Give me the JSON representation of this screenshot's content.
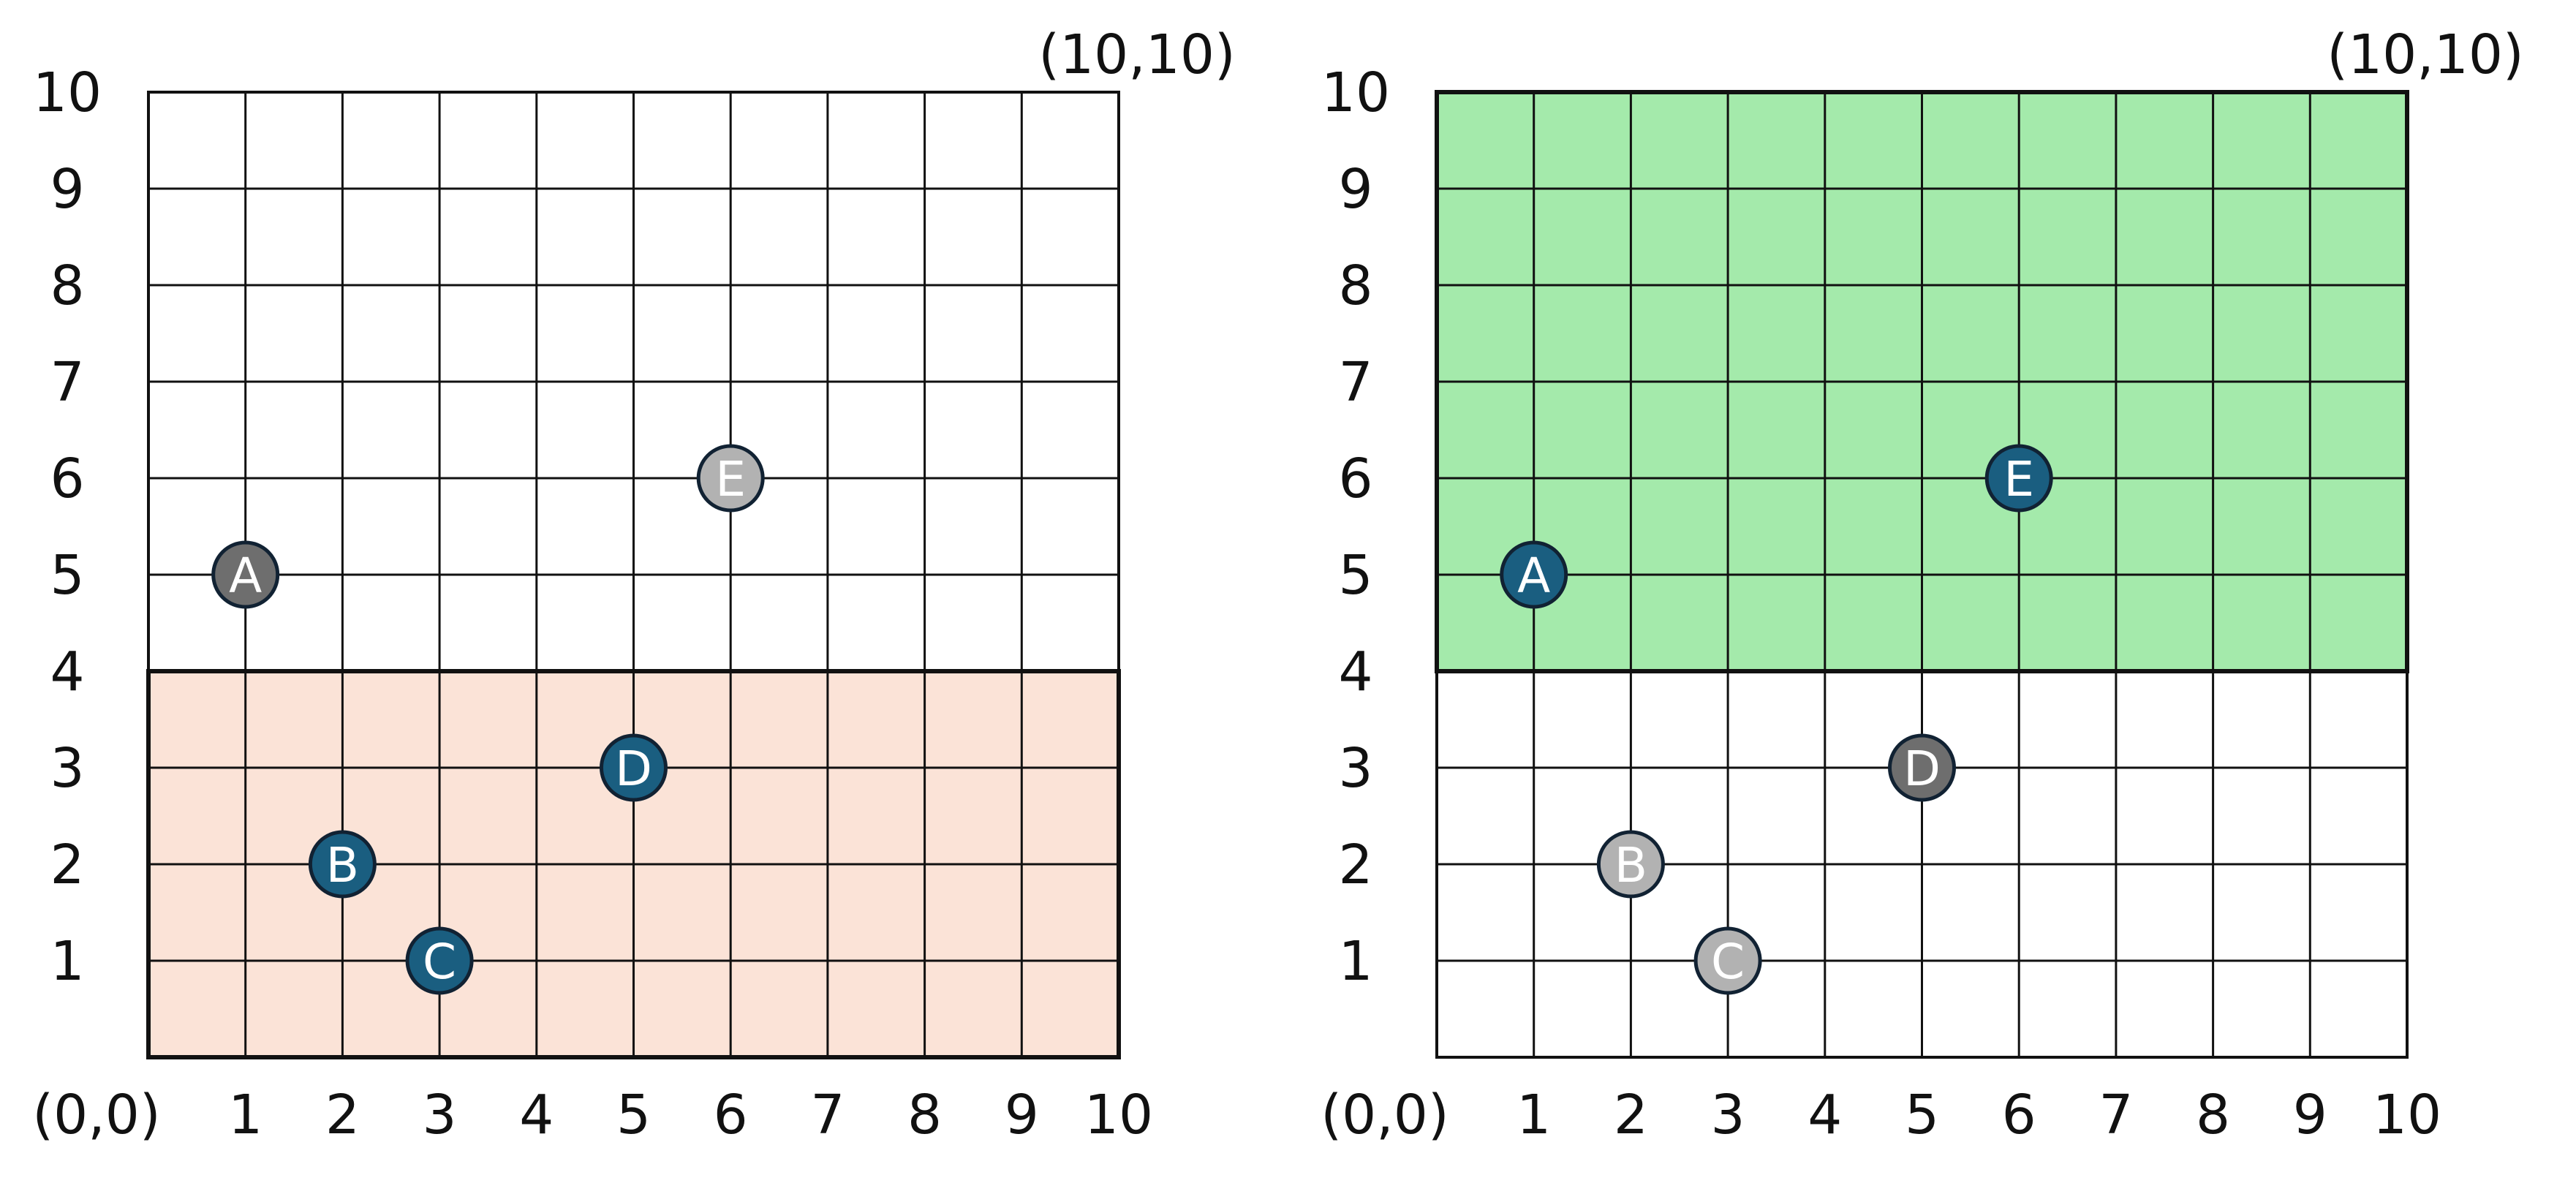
{
  "chart_data": [
    {
      "type": "scatter",
      "xlim": [
        0,
        10
      ],
      "ylim": [
        0,
        10
      ],
      "x_ticks": [
        "1",
        "2",
        "3",
        "4",
        "5",
        "6",
        "7",
        "8",
        "9",
        "10"
      ],
      "y_ticks": [
        "1",
        "2",
        "3",
        "4",
        "5",
        "6",
        "7",
        "8",
        "9",
        "10"
      ],
      "corner_labels": {
        "origin": "(0,0)",
        "max": "(10,10)"
      },
      "grid": true,
      "region": {
        "y_from": 0,
        "y_to": 4,
        "color": "#fbe3d7"
      },
      "points": [
        {
          "label": "A",
          "x": 1,
          "y": 5,
          "color": "#6e6e6e"
        },
        {
          "label": "B",
          "x": 2,
          "y": 2,
          "color": "#1a5e80"
        },
        {
          "label": "C",
          "x": 3,
          "y": 1,
          "color": "#1a5e80"
        },
        {
          "label": "D",
          "x": 5,
          "y": 3,
          "color": "#1a5e80"
        },
        {
          "label": "E",
          "x": 6,
          "y": 6,
          "color": "#b2b2b2"
        }
      ]
    },
    {
      "type": "scatter",
      "xlim": [
        0,
        10
      ],
      "ylim": [
        0,
        10
      ],
      "x_ticks": [
        "1",
        "2",
        "3",
        "4",
        "5",
        "6",
        "7",
        "8",
        "9",
        "10"
      ],
      "y_ticks": [
        "1",
        "2",
        "3",
        "4",
        "5",
        "6",
        "7",
        "8",
        "9",
        "10"
      ],
      "corner_labels": {
        "origin": "(0,0)",
        "max": "(10,10)"
      },
      "grid": true,
      "region": {
        "y_from": 4,
        "y_to": 10,
        "color": "#a4eaab"
      },
      "points": [
        {
          "label": "A",
          "x": 1,
          "y": 5,
          "color": "#1a5e80"
        },
        {
          "label": "B",
          "x": 2,
          "y": 2,
          "color": "#b2b2b2"
        },
        {
          "label": "C",
          "x": 3,
          "y": 1,
          "color": "#b2b2b2"
        },
        {
          "label": "D",
          "x": 5,
          "y": 3,
          "color": "#6e6e6e"
        },
        {
          "label": "E",
          "x": 6,
          "y": 6,
          "color": "#1a5e80"
        }
      ]
    }
  ]
}
